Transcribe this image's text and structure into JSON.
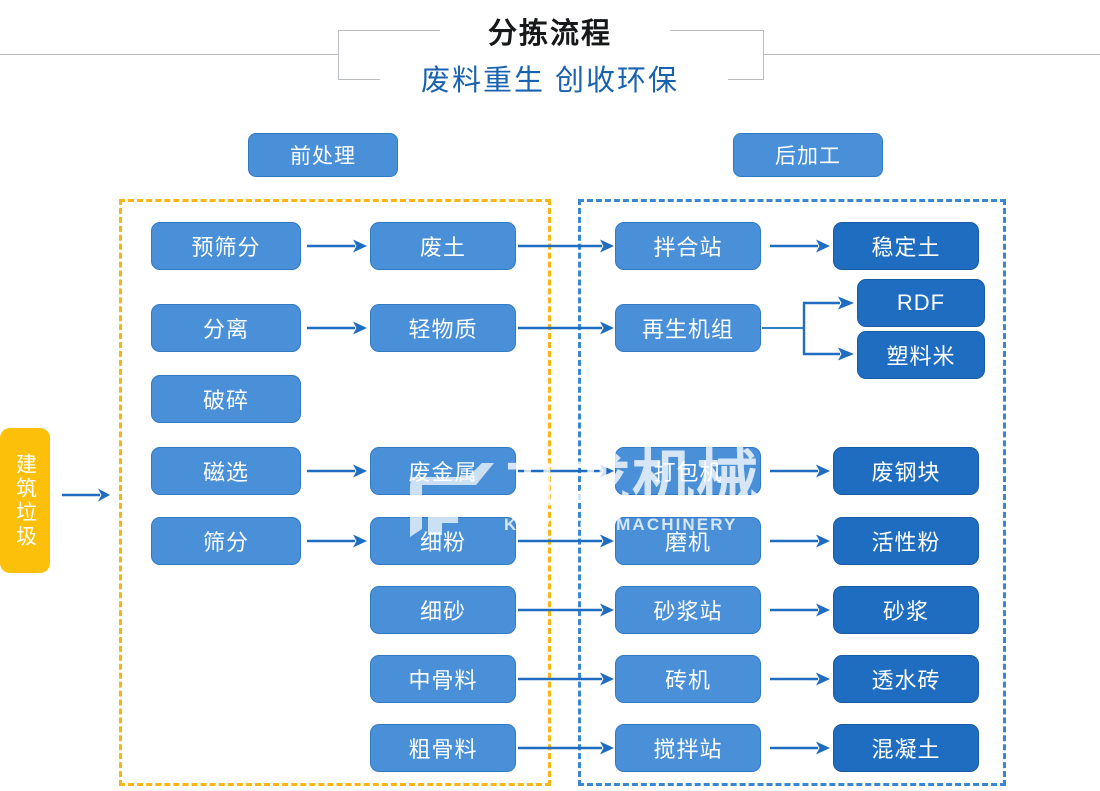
{
  "title": {
    "main": "分拣流程",
    "sub": "废料重生 创收环保"
  },
  "sections": {
    "pre_label": "前处理",
    "post_label": "后加工",
    "pre_border_color": "#f9b513",
    "post_border_color": "#3b86d1"
  },
  "source": {
    "label": "建筑垃圾",
    "color": "#fcc00a"
  },
  "colors": {
    "node_light": "#4a90d9",
    "node_dark": "#1f6dc0",
    "arrow": "#1f6dc0",
    "title_sub": "#1862b0"
  },
  "watermark": {
    "cn": "九龙机械",
    "en": "KOWLOON MACHINERY"
  },
  "chart_data": {
    "type": "flowchart",
    "title": "分拣流程",
    "subtitle": "废料重生 创收环保",
    "groups": [
      {
        "name": "前处理",
        "columns": [
          "process",
          "material"
        ]
      },
      {
        "name": "后加工",
        "columns": [
          "equipment",
          "product"
        ]
      }
    ],
    "nodes": {
      "col1": [
        {
          "id": "n1",
          "label": "预筛分",
          "row": 1
        },
        {
          "id": "n2",
          "label": "分离",
          "row": 2
        },
        {
          "id": "n3",
          "label": "破碎",
          "row": 3
        },
        {
          "id": "n4",
          "label": "磁选",
          "row": 4
        },
        {
          "id": "n5",
          "label": "筛分",
          "row": 5
        }
      ],
      "col2": [
        {
          "id": "m1",
          "label": "废土",
          "row": 1
        },
        {
          "id": "m2",
          "label": "轻物质",
          "row": 2
        },
        {
          "id": "m3",
          "label": "废金属",
          "row": 4
        },
        {
          "id": "m4",
          "label": "细粉",
          "row": 5
        },
        {
          "id": "m5",
          "label": "细砂",
          "row": 6
        },
        {
          "id": "m6",
          "label": "中骨料",
          "row": 7
        },
        {
          "id": "m7",
          "label": "粗骨料",
          "row": 8
        }
      ],
      "col3": [
        {
          "id": "e1",
          "label": "拌合站",
          "row": 1
        },
        {
          "id": "e2",
          "label": "再生机组",
          "row": 2
        },
        {
          "id": "e3",
          "label": "打包机",
          "row": 4
        },
        {
          "id": "e4",
          "label": "磨机",
          "row": 5
        },
        {
          "id": "e5",
          "label": "砂浆站",
          "row": 6
        },
        {
          "id": "e6",
          "label": "砖机",
          "row": 7
        },
        {
          "id": "e7",
          "label": "搅拌站",
          "row": 8
        }
      ],
      "col4": [
        {
          "id": "p1",
          "label": "稳定土",
          "row": 1
        },
        {
          "id": "p2",
          "label": "RDF",
          "row": 2
        },
        {
          "id": "p3",
          "label": "塑料米",
          "row": 3
        },
        {
          "id": "p4",
          "label": "废钢块",
          "row": 4
        },
        {
          "id": "p5",
          "label": "活性粉",
          "row": 5
        },
        {
          "id": "p6",
          "label": "砂浆",
          "row": 6
        },
        {
          "id": "p7",
          "label": "透水砖",
          "row": 7
        },
        {
          "id": "p8",
          "label": "混凝土",
          "row": 8
        }
      ]
    },
    "edges": [
      {
        "from": "source",
        "to": "n1-group"
      },
      {
        "from": "n1",
        "to": "m1"
      },
      {
        "from": "n2",
        "to": "m2"
      },
      {
        "from": "n4",
        "to": "m3"
      },
      {
        "from": "n5",
        "to": "m4"
      },
      {
        "from": "m1",
        "to": "e1"
      },
      {
        "from": "m2",
        "to": "e2"
      },
      {
        "from": "m3",
        "to": "e3"
      },
      {
        "from": "m4",
        "to": "e4"
      },
      {
        "from": "m5",
        "to": "e5"
      },
      {
        "from": "m6",
        "to": "e6"
      },
      {
        "from": "m7",
        "to": "e7"
      },
      {
        "from": "e1",
        "to": "p1"
      },
      {
        "from": "e2",
        "to": "p2"
      },
      {
        "from": "e2",
        "to": "p3"
      },
      {
        "from": "e3",
        "to": "p4"
      },
      {
        "from": "e4",
        "to": "p5"
      },
      {
        "from": "e5",
        "to": "p6"
      },
      {
        "from": "e6",
        "to": "p7"
      },
      {
        "from": "e7",
        "to": "p8"
      }
    ]
  }
}
